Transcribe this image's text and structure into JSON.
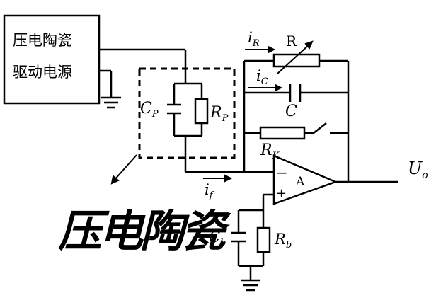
{
  "source_box": {
    "line1": "压电陶瓷",
    "line2": "驱动电源"
  },
  "labels": {
    "iR_main": "i",
    "iR_sub": "R",
    "R": "R",
    "iC_main": "i",
    "iC_sub": "C",
    "C": "C",
    "Cp_main": "C",
    "Cp_sub": "P",
    "Rp_main": "R",
    "Rp_sub": "P",
    "Rk_main": "R",
    "Rk_sub": "K",
    "if_main": "i",
    "if_sub": "f",
    "opamp": "A",
    "minus": "−",
    "plus": "+",
    "Uo_main": "U",
    "Uo_sub": "o",
    "Cb_main": "C",
    "Cb_sub": "b",
    "Rb_main": "R",
    "Rb_sub": "b"
  },
  "handwritten_note": "压电陶瓷"
}
